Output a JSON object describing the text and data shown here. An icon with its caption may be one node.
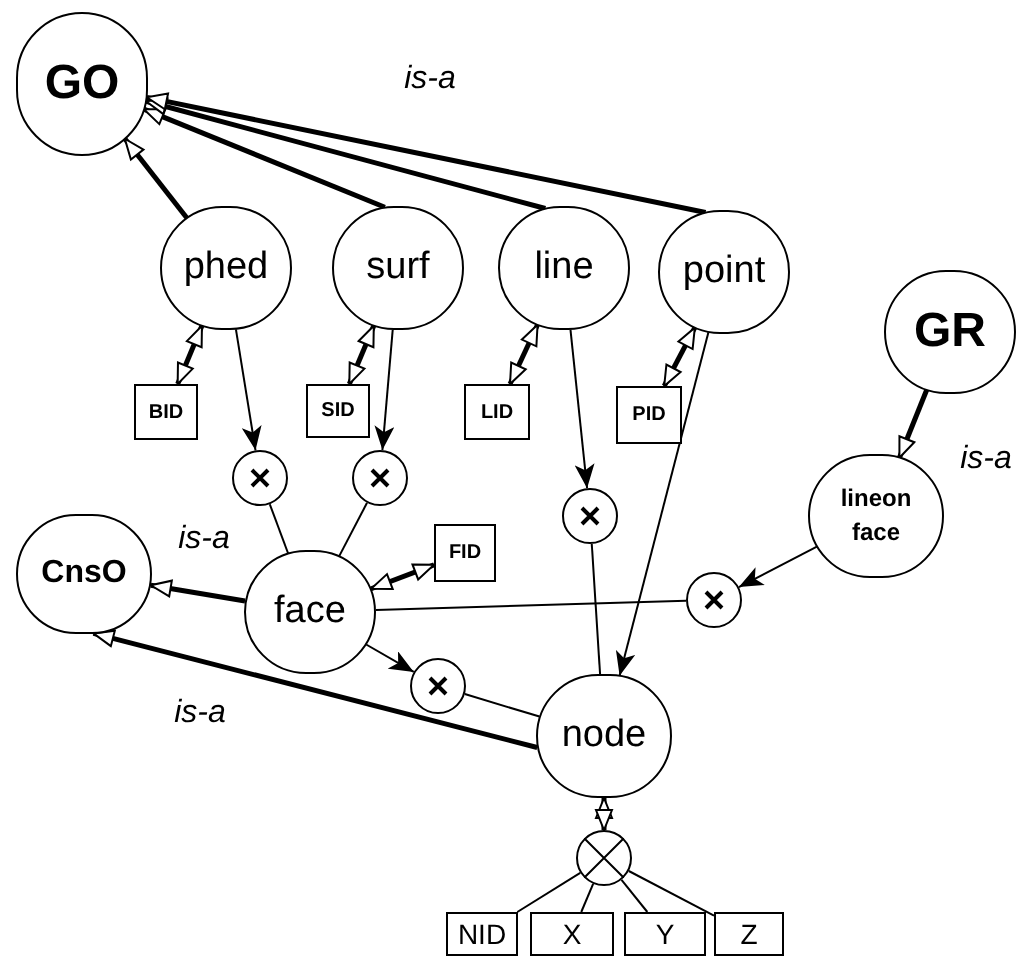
{
  "diagram": {
    "nodes": [
      {
        "text": [
          "GO"
        ]
      },
      {
        "text": [
          "phed"
        ]
      },
      {
        "text": [
          "surf"
        ]
      },
      {
        "text": [
          "line"
        ]
      },
      {
        "text": [
          "point"
        ]
      },
      {
        "text": [
          "GR"
        ]
      },
      {
        "text": [
          "BID"
        ]
      },
      {
        "text": [
          "SID"
        ]
      },
      {
        "text": [
          "LID"
        ]
      },
      {
        "text": [
          "PID"
        ]
      },
      {
        "text": [],
        "shape": "circle"
      },
      {
        "text": [],
        "shape": "circle"
      },
      {
        "text": [
          "FID"
        ]
      },
      {
        "text": [
          "CnsO"
        ]
      },
      {
        "text": [
          "face"
        ]
      },
      {
        "text": [
          "lineon face"
        ]
      },
      {
        "text": [],
        "shape": "circle"
      },
      {
        "text": [],
        "shape": "circle"
      },
      {
        "text": [],
        "shape": "circle"
      },
      {
        "text": [
          "node"
        ]
      },
      {
        "text": [],
        "shape": "circle"
      },
      {
        "text": [
          "NID"
        ]
      },
      {
        "text": [
          "X"
        ]
      },
      {
        "text": [
          "Y"
        ]
      },
      {
        "text": [
          "Z"
        ]
      }
    ],
    "edges": [
      {
        "from": 1,
        "to": 0,
        "arrow": "to",
        "style": "thick"
      },
      {
        "from": 2,
        "to": 0,
        "arrow": "to",
        "style": "thick"
      },
      {
        "from": 3,
        "to": 0,
        "arrow": "to",
        "style": "thick"
      },
      {
        "from": 4,
        "to": 0,
        "arrow": "to",
        "style": "thick"
      },
      {
        "from": 5,
        "to": 15,
        "arrow": "to",
        "style": "thick"
      },
      {
        "from": 14,
        "to": 13,
        "arrow": "to",
        "style": "thick"
      },
      {
        "from": 19,
        "to": 13,
        "arrow": "to",
        "style": "thick"
      },
      {
        "from": 1,
        "to": 6,
        "arrow": "both",
        "style": "thick"
      },
      {
        "from": 2,
        "to": 7,
        "arrow": "both",
        "style": "thick"
      },
      {
        "from": 3,
        "to": 8,
        "arrow": "both",
        "style": "thick"
      },
      {
        "from": 4,
        "to": 9,
        "arrow": "both",
        "style": "thick"
      },
      {
        "from": 14,
        "to": 12,
        "arrow": "both",
        "style": "thick"
      },
      {
        "from": 19,
        "to": 20,
        "arrow": "both",
        "style": "thick"
      },
      {
        "from": 1,
        "to": 10,
        "arrow": "to"
      },
      {
        "from": 2,
        "to": 11,
        "arrow": "to"
      },
      {
        "from": 3,
        "to": 16,
        "arrow": "to"
      },
      {
        "from": 14,
        "to": 18,
        "arrow": "to"
      },
      {
        "from": 15,
        "to": 17,
        "arrow": "to"
      },
      {
        "from": 4,
        "to": 19,
        "arrow": "to"
      },
      {
        "from": 10,
        "to": 14,
        "arrow": "none"
      },
      {
        "from": 11,
        "to": 14,
        "arrow": "none"
      },
      {
        "from": 16,
        "to": 19,
        "arrow": "none"
      },
      {
        "from": 14,
        "to": 17,
        "arrow": "none"
      },
      {
        "from": 18,
        "to": 19,
        "arrow": "none"
      },
      {
        "from": 20,
        "to": 21,
        "arrow": "none"
      },
      {
        "from": 20,
        "to": 22,
        "arrow": "none"
      },
      {
        "from": 20,
        "to": 23,
        "arrow": "none"
      },
      {
        "from": 20,
        "to": 24,
        "arrow": "none"
      }
    ],
    "labels": [
      "is-a",
      "is-a",
      "is-a",
      "is-a"
    ]
  }
}
